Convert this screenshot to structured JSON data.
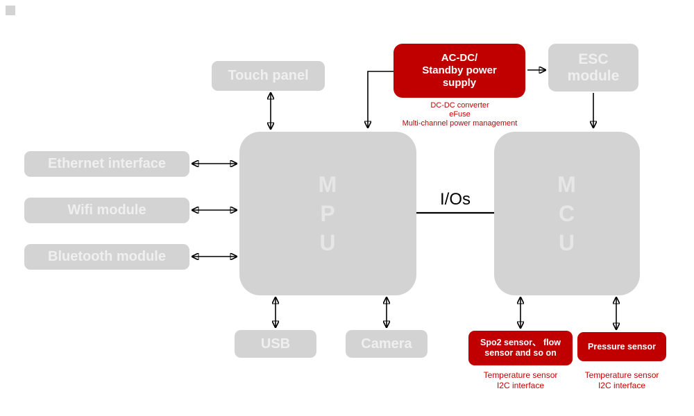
{
  "diagram": {
    "title": "MPU / MCU system block diagram",
    "colors": {
      "gray_box": "#d3d3d3",
      "gray_box_text": "#efefef",
      "red_box": "#c00000",
      "red_text": "#c00000",
      "arrow": "#000000"
    },
    "nodes": {
      "touch_panel": {
        "label": "Touch panel"
      },
      "acdc": {
        "label": "AC-DC/\nStandby power\nsupply",
        "caption": "DC-DC converter\neFuse\nMulti-channel power management"
      },
      "esc": {
        "label": "ESC\nmodule"
      },
      "ethernet": {
        "label": "Ethernet interface"
      },
      "wifi": {
        "label": "Wifi module"
      },
      "bluetooth": {
        "label": "Bluetooth module"
      },
      "mpu": {
        "letters": "M\nP\nU"
      },
      "mcu": {
        "letters": "M\nC\nU"
      },
      "ios_link": {
        "label": "I/Os"
      },
      "usb": {
        "label": "USB"
      },
      "camera": {
        "label": "Camera"
      },
      "spo2": {
        "label": "Spo2 sensor、 flow\nsensor and so on",
        "caption": "Temperature sensor\nI2C interface"
      },
      "pressure": {
        "label": "Pressure sensor",
        "caption": "Temperature sensor\nI2C interface"
      }
    }
  }
}
